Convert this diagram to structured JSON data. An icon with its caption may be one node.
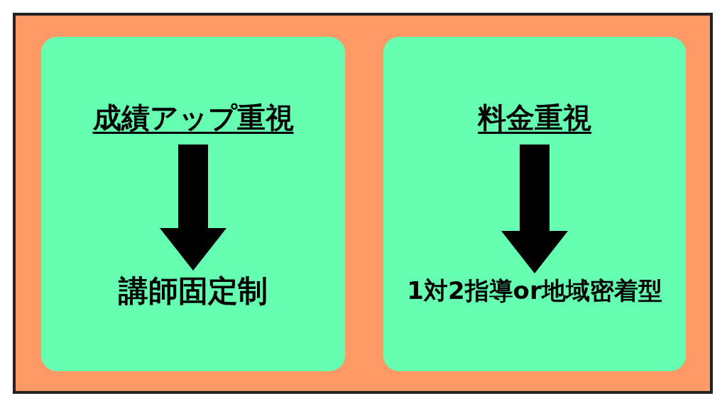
{
  "diagram": {
    "nodes": [
      {
        "text": [],
        "shape": "box"
      },
      {
        "text": [
          "成績アップ重視"
        ],
        "in": 0
      },
      {
        "text": [
          "講師固定制"
        ],
        "in": 0
      },
      {
        "text": [],
        "shape": "box"
      },
      {
        "text": [
          "料金重視"
        ],
        "in": 3
      },
      {
        "text": [
          "1対2指導or地域密着型"
        ],
        "in": 3
      }
    ],
    "edges": [
      {
        "from": 1,
        "to": 2,
        "arrow": "to"
      },
      {
        "from": 4,
        "to": 5,
        "arrow": "to"
      }
    ]
  }
}
